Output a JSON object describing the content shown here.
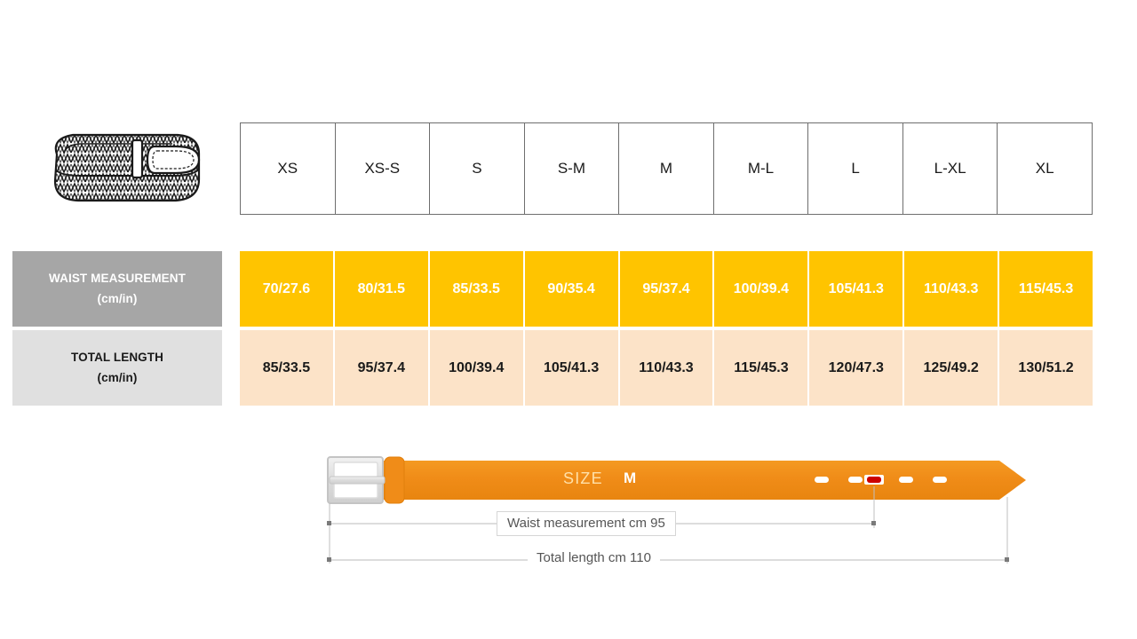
{
  "product": {
    "icon_name": "braided-belt-illustration"
  },
  "size_table": {
    "sizes": [
      "XS",
      "XS-S",
      "S",
      "S-M",
      "M",
      "M-L",
      "L",
      "L-XL",
      "XL"
    ],
    "rows": [
      {
        "label_line1": "WAIST MEASUREMENT",
        "label_line2": "(cm/in)",
        "values": [
          "70/27.6",
          "80/31.5",
          "85/33.5",
          "90/35.4",
          "95/37.4",
          "100/39.4",
          "105/41.3",
          "110/43.3",
          "115/45.3"
        ]
      },
      {
        "label_line1": "TOTAL LENGTH",
        "label_line2": "(cm/in)",
        "values": [
          "85/33.5",
          "95/37.4",
          "100/39.4",
          "105/41.3",
          "110/43.3",
          "115/45.3",
          "120/47.3",
          "125/49.2",
          "130/51.2"
        ]
      }
    ]
  },
  "diagram": {
    "size_caption": "SIZE",
    "size_value": "M",
    "waist_label": "Waist measurement cm 95",
    "length_label": "Total length cm 110",
    "holes_total": 5,
    "highlighted_hole_index": 3
  },
  "colors": {
    "amber": "#FFC400",
    "peach": "#FCE3C8",
    "label_gray_dark": "#A6A6A6",
    "label_gray_light": "#E0E0E0",
    "belt_orange": "#F08C18",
    "buckle_gray": "#D8D8D8",
    "hole_highlight": "#CC0000",
    "dimension_line": "#BFBFBF"
  }
}
